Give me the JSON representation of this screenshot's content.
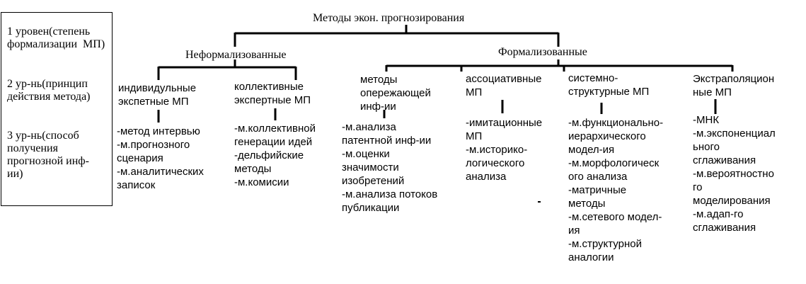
{
  "legend": {
    "level1": "1 уровен(степень\nформализации  МП)",
    "level2": "2 ур-нь(принцип\nдействия метода)",
    "level3": "3 ур-нь(способ\nполучения\nпрогнозной инф-\nии)"
  },
  "root": "Методы экон. прогнозирования",
  "branches": {
    "informal": "Неформализованные",
    "formal": "Формализованные"
  },
  "groups": {
    "individual": {
      "title": "индивидульные\nэкспетные МП",
      "methods": "-метод интервью\n-м.прогнозного\nсценария\n-м.аналитических\nзаписок"
    },
    "collective": {
      "title": "коллективные\nэкспертные МП",
      "methods": "-м.коллективной\nгенерации идей\n-дельфийские\nметоды\n-м.комисии"
    },
    "advance": {
      "title": "методы\nопережающей\nинф-ии",
      "methods": "-м.анализа\nпатентной инф-ии\n-м.оценки\nзначимости\nизобретений\n-м.анализа потоков\nпубликации"
    },
    "associative": {
      "title": "ассоциативные\nМП",
      "methods": "-имитационные\nМП\n-м.историко-\nлогического\nанализа"
    },
    "systemic": {
      "title": "системно-\nструктурные МП",
      "methods": "-м.функционально-\nиерархического\nмодел-ия\n-м.морфологическ\nого анализа\n-матричные\nметоды\n-м.сетевого модел-\nия\n-м.структурной\nаналогии"
    },
    "extrapolation": {
      "title": "Экстраполяцион\nные МП",
      "methods": "-МНК\n-м.экспоненциал\nьного\nсглаживания\n-м.вероятностно\nго\nмоделирования\n-м.адап-го\nсглаживания"
    }
  }
}
